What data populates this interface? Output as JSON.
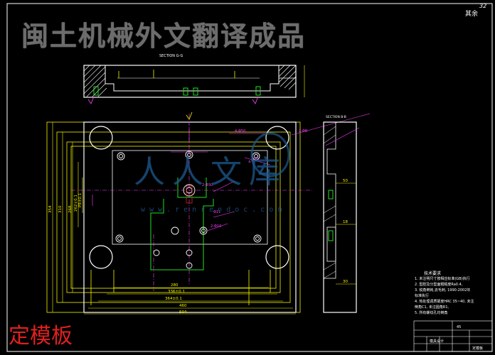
{
  "banner": "闽土机械外文翻译成品",
  "part_name": "定模板",
  "corner_note": "其余",
  "sheet_number": "32",
  "section_labels": {
    "top": "SECTION G-G",
    "side": "SECTION B-B"
  },
  "watermark": {
    "logo": "人人文库",
    "url": "www.renrendoc.com"
  },
  "dimensions": {
    "bottom": [
      "280",
      "336±0.1",
      "364±0.1",
      "460",
      "504"
    ],
    "left": [
      "354",
      "310",
      "268",
      "262±0.1",
      "P8±0.1"
    ],
    "side": [
      "50",
      "18",
      "30"
    ]
  },
  "callouts": [
    "4-Φ50",
    "2-Φ8",
    "4-Φ30",
    "2-Φ30",
    "Φ11",
    "2-Φ10"
  ],
  "tech_requirements": {
    "title": "技术要求",
    "items": [
      "1. 未注明尺寸按相应标准(GB)执行",
      "2. 型腔及分型面粗糙度Ra0.4,",
      "3. 锐角倒钝,去毛刺, 1990-2002年",
      "  标准执行",
      "4. 热处理调质硬度HRC 35~40, 未注",
      "  倒角C1, 未注圆角R1,",
      "5. 所有螺纹孔均倒角"
    ]
  },
  "title_block": {
    "name": "定模板",
    "material": "45",
    "label": "模具设计"
  },
  "colors": {
    "outline": "#ffffff",
    "dimension": "#f5f500",
    "cutout": "#20e020",
    "center": "#ff40ff",
    "banner": "#7f7f7f",
    "part_label": "#e02020",
    "watermark": "#1d5a90"
  }
}
